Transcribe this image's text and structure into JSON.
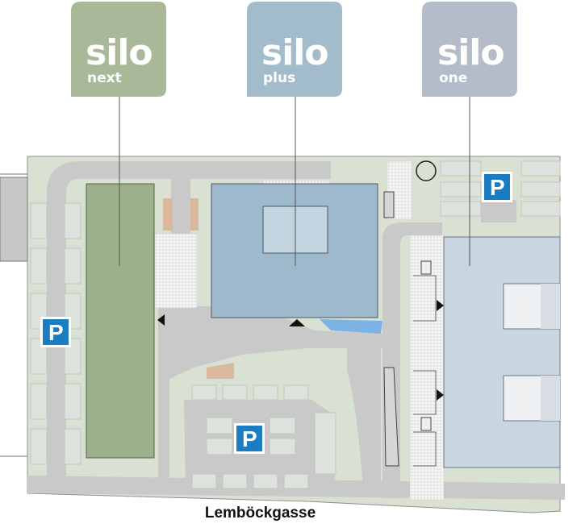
{
  "buildings": [
    {
      "key": "silo_next",
      "name": "silo",
      "suffix": "next",
      "color": "#a8b898"
    },
    {
      "key": "silo_plus",
      "name": "silo",
      "suffix": "plus",
      "color": "#a3bccb"
    },
    {
      "key": "silo_one",
      "name": "silo",
      "suffix": "one",
      "color": "#b3bcc8"
    }
  ],
  "parking": {
    "symbol": "P",
    "color": "#1a7dc2"
  },
  "street": {
    "name": "Lemböckgasse"
  },
  "colors": {
    "lot": "#d9e2d4",
    "road": "#c9c9c9",
    "building_next": "#9cb08c",
    "building_plus": "#9fb9cc",
    "building_one": "#c9d5e1"
  }
}
